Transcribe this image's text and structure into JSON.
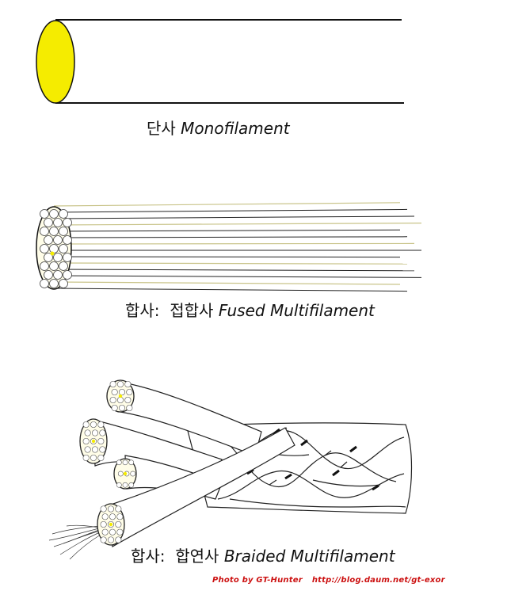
{
  "captions": {
    "monofilament": {
      "ko": "단사",
      "en": "Monofilament"
    },
    "fused": {
      "ko": "합사:  접합사",
      "en": "Fused Multifilament"
    },
    "braided": {
      "ko": "합사:  합연사",
      "en": "Braided Multifilament"
    }
  },
  "credit": {
    "author": "Photo by GT-Hunter",
    "url": "http://blog.daum.net/gt-exor"
  },
  "colors": {
    "core_fill": "#f5ec00",
    "line": "#111111",
    "strand_fill": "#ffffff",
    "credit_text": "#cc1111"
  }
}
